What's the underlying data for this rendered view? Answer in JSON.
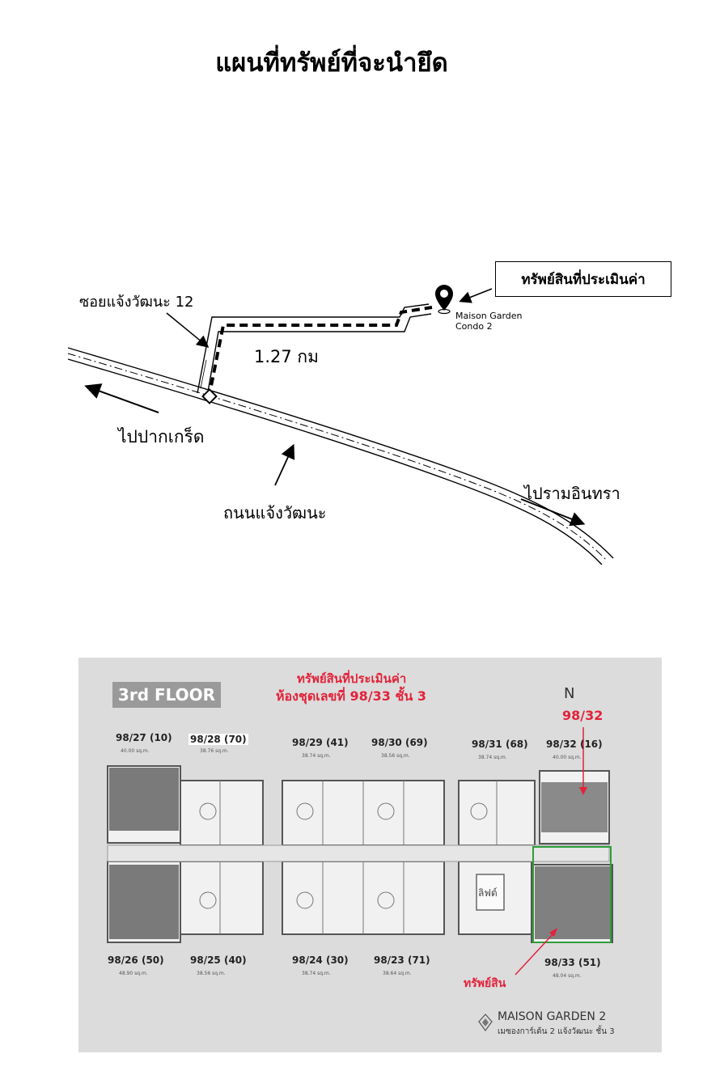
{
  "title": "แผนที่ทรัพย์ที่จะนำยึด",
  "map": {
    "soi_label": "ซอยแจ้งวัฒนะ 12",
    "target_label": "ทรัพย์สินที่ประเมินค่า",
    "pin_label_line1": "Maison Garden",
    "pin_label_line2": "Condo 2",
    "distance": "1.27 กม",
    "to_pak_kret": "ไปปากเกร็ด",
    "road_name": "ถนนแจ้งวัฒนะ",
    "to_ram_intra": "ไปรามอินทรา"
  },
  "floor_plan": {
    "floor_badge": "3rd FLOOR",
    "heading_line1": "ทรัพย์สินที่ประเมินค่า",
    "heading_line2": "ห้องชุดเลขที่ 98/33 ชั้น 3",
    "north": "N",
    "marker_98_32": "98/32",
    "property_label": "ทรัพย์สิน",
    "elevator_label": "ลิฟต์",
    "brand": "MAISON GARDEN 2",
    "brand_sub": "เมซองการ์เด้น 2 แจ้งวัฒนะ ชั้น 3",
    "top_units": [
      {
        "label": "98/27 (10)",
        "area": "40.00 sq.m."
      },
      {
        "label": "98/28 (70)",
        "area": "38.76 sq.m."
      },
      {
        "label": "98/29 (41)",
        "area": "38.74 sq.m."
      },
      {
        "label": "98/30 (69)",
        "area": "38.56 sq.m."
      },
      {
        "label": "98/31 (68)",
        "area": "38.74 sq.m."
      },
      {
        "label": "98/32 (16)",
        "area": "40.00 sq.m."
      }
    ],
    "bottom_units": [
      {
        "label": "98/26 (50)",
        "area": "48.90 sq.m."
      },
      {
        "label": "98/25 (40)",
        "area": "38.56 sq.m."
      },
      {
        "label": "98/24 (30)",
        "area": "38.74 sq.m."
      },
      {
        "label": "98/23 (71)",
        "area": "38.64 sq.m."
      },
      {
        "label": "98/33 (51)",
        "area": "48.04 sq.m."
      }
    ],
    "highlight_color": "#2e9e3a",
    "marker_color": "#e2233a"
  }
}
